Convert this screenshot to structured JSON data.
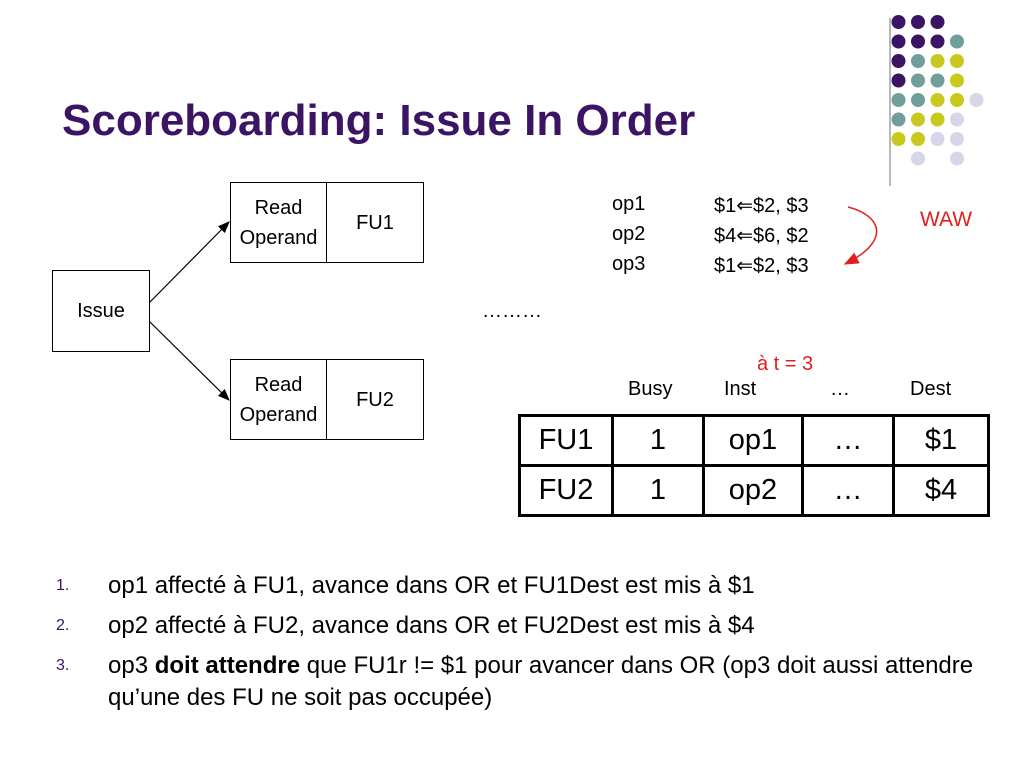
{
  "title": "Scoreboarding: Issue In Order",
  "diagram": {
    "issue": "Issue",
    "read_operand_1": [
      "Read",
      "Operand"
    ],
    "fu1": "FU1",
    "read_operand_2": [
      "Read",
      "Operand"
    ],
    "fu2": "FU2",
    "ellipsis": "………"
  },
  "code": [
    {
      "op": "op1",
      "instr": "$1⇐$2, $3"
    },
    {
      "op": "op2",
      "instr": "$4⇐$6, $2"
    },
    {
      "op": "op3",
      "instr": "$1⇐$2, $3"
    }
  ],
  "waw_label": "WAW",
  "time_label": "à t = 3",
  "scoreboard": {
    "headers": [
      "Busy",
      "Inst",
      "…",
      "Dest"
    ],
    "rows": [
      [
        "FU1",
        "1",
        "op1",
        "…",
        "$1"
      ],
      [
        "FU2",
        "1",
        "op2",
        "…",
        "$4"
      ]
    ]
  },
  "bullets": [
    {
      "num": "1.",
      "parts": [
        "op1 affecté à FU1, avance dans OR et FU1Dest est mis à $1"
      ]
    },
    {
      "num": "2.",
      "parts": [
        "op2 affecté à FU2, avance dans OR et FU2Dest est mis à $4"
      ]
    },
    {
      "num": "3.",
      "before": "op3 ",
      "bold": "doit attendre",
      "after": " que FU1r != $1 pour avancer dans OR (op3 doit aussi attendre qu’une des FU ne soit pas occupée)"
    }
  ],
  "colors": {
    "title": "#3c1464",
    "accent_red": "#e02020",
    "dot_purple": "#3c1464",
    "dot_teal": "#6f9e9b",
    "dot_yellow": "#c8c81e",
    "dot_lavender": "#d6d6e8"
  }
}
